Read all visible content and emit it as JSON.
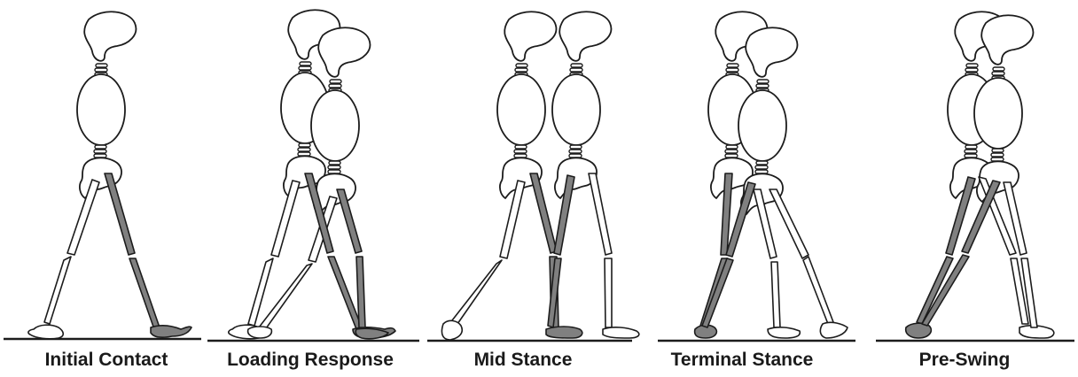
{
  "colors": {
    "outline": "#1c1c1c",
    "reference_limb": "#808080",
    "background": "#ffffff"
  },
  "phases": [
    {
      "label": "Initial Contact"
    },
    {
      "label": "Loading Response"
    },
    {
      "label": "Mid Stance"
    },
    {
      "label": "Terminal Stance"
    },
    {
      "label": "Pre-Swing"
    }
  ]
}
